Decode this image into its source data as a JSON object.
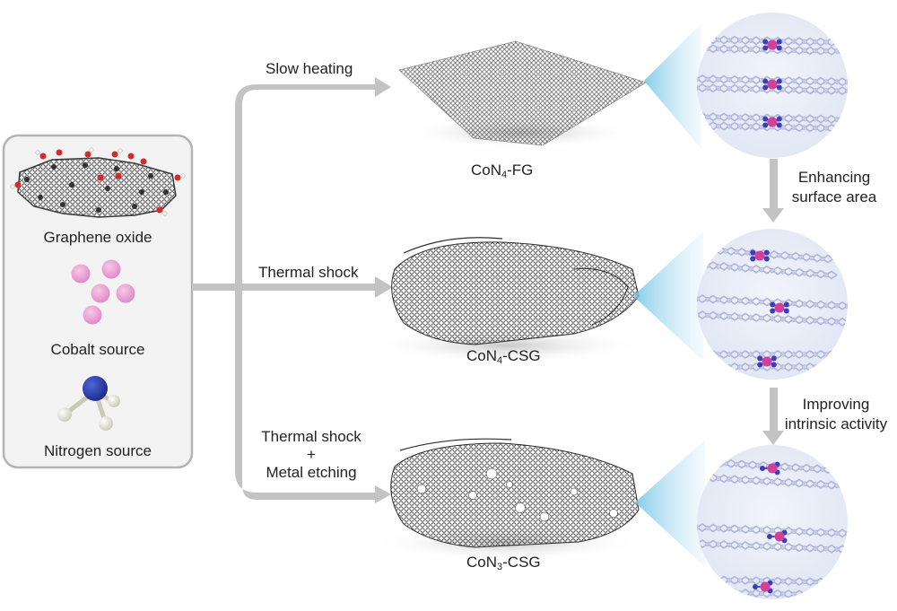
{
  "precursors": {
    "graphene_oxide": "Graphene oxide",
    "cobalt_source": "Cobalt source",
    "nitrogen_source": "Nitrogen source"
  },
  "routes": {
    "slow_heating": "Slow heating",
    "thermal_shock": "Thermal shock",
    "thermal_shock_etch_line1": "Thermal shock",
    "thermal_shock_etch_plus": "+",
    "thermal_shock_etch_line2": "Metal etching"
  },
  "products": [
    {
      "prefix": "CoN",
      "sub": "4",
      "suffix": "-FG"
    },
    {
      "prefix": "CoN",
      "sub": "4",
      "suffix": "-CSG"
    },
    {
      "prefix": "CoN",
      "sub": "3",
      "suffix": "-CSG"
    }
  ],
  "steps": {
    "step1_line1": "Enhancing",
    "step1_line2": "surface area",
    "step2_line1": "Improving",
    "step2_line2": "intrinsic activity"
  },
  "colors": {
    "arrow": "#c3c3c3",
    "panel_border": "#b4b4b4",
    "panel_fill": "#f3f3f3",
    "cobalt": "#d43f9a",
    "nitrogen": "#3b3fbf",
    "carbon_lattice": "#aeb3db",
    "oxygen": "#d42a2a"
  }
}
